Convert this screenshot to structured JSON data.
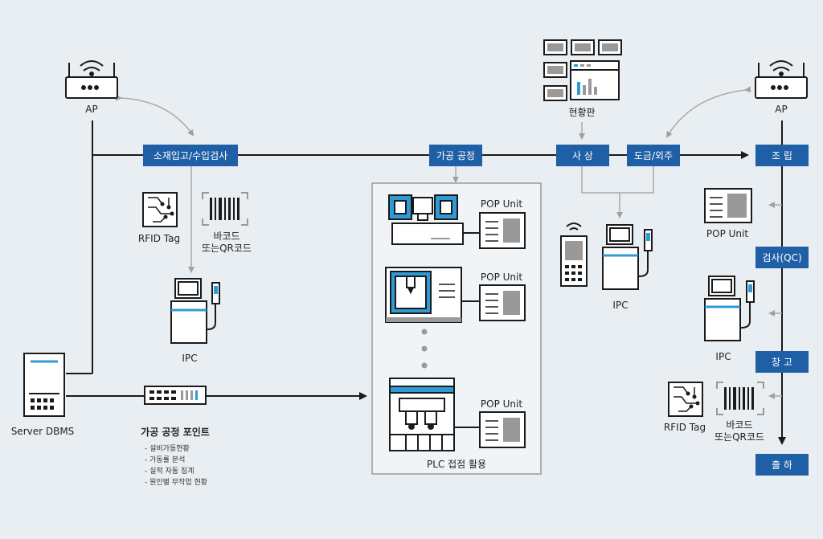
{
  "ap_left": {
    "label": "AP"
  },
  "ap_right": {
    "label": "AP"
  },
  "server": {
    "label": "Server DBMS"
  },
  "process_stages": {
    "receiving": "소재입고/수입검사",
    "machining": "가공 공정",
    "injection": "사 상",
    "painting": "도금/외주",
    "assembly": "조 립",
    "inspection": "검사(QC)",
    "warehouse": "창 고",
    "shipping": "출 하"
  },
  "left_column": {
    "rfid_label": "RFID Tag",
    "barcode_line1": "바코드",
    "barcode_line2": "또는QR코드",
    "ipc_label": "IPC"
  },
  "machining_points": {
    "title": "가공 공정 포인트",
    "items": [
      "- 설비가동현황",
      "- 가동률 분석",
      "- 실적 자동 집계",
      "- 원인별 무작업 현황"
    ]
  },
  "center_box": {
    "pop_unit_1": "POP Unit",
    "pop_unit_2": "POP Unit",
    "pop_unit_3": "POP Unit",
    "caption": "PLC 접점 활용"
  },
  "dashboard": {
    "label": "현황판"
  },
  "middle_ipc": {
    "label": "IPC"
  },
  "right_column": {
    "pop_unit": "POP Unit",
    "ipc_label": "IPC",
    "rfid_label": "RFID Tag",
    "barcode_line1": "바코드",
    "barcode_line2": "또는QR코드"
  },
  "colors": {
    "accent": "#1f5fa6",
    "cyan": "#2e9bd6",
    "line": "#1a1a1a",
    "gray_line": "#a9a9a9"
  }
}
